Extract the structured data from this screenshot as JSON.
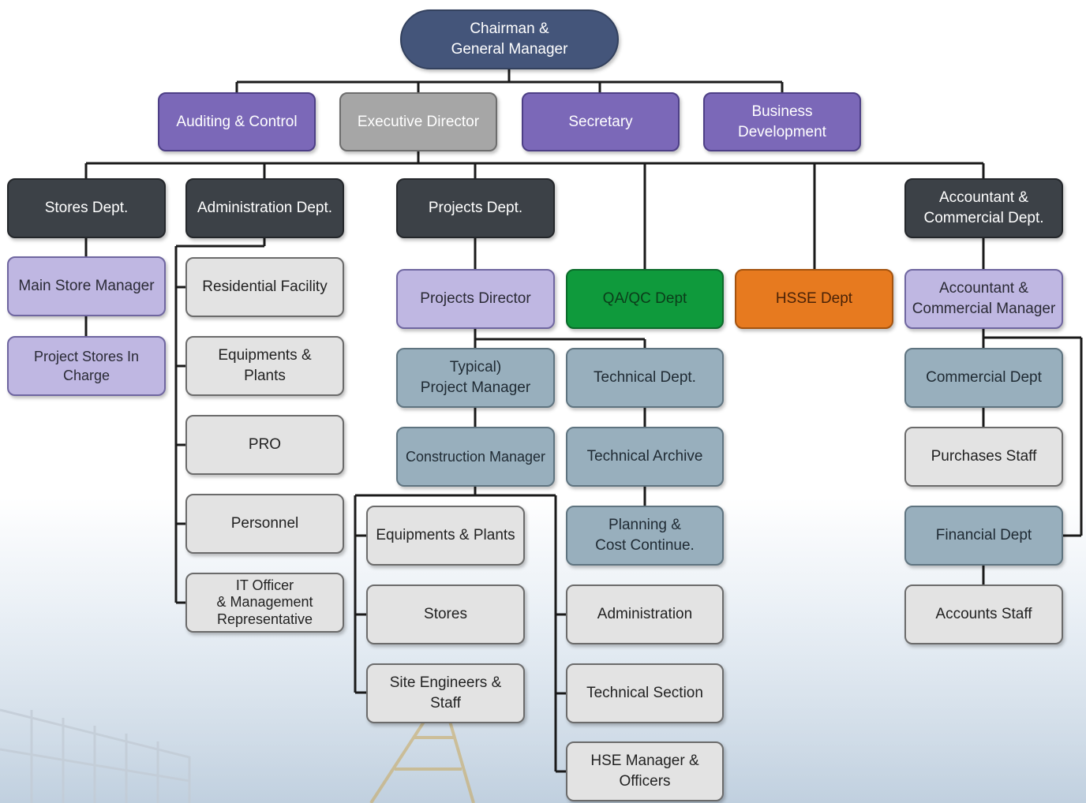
{
  "org_chart": {
    "top": {
      "chairman": "Chairman &\nGeneral Manager"
    },
    "level1": {
      "auditing": "Auditing & Control",
      "executive_director": "Executive Director",
      "secretary": "Secretary",
      "business_development": "Business Development"
    },
    "departments": {
      "stores": "Stores Dept.",
      "administration": "Administration Dept.",
      "projects": "Projects Dept.",
      "qa_qc": "QA/QC Dept",
      "hsse": "HSSE Dept",
      "accountant": "Accountant &\nCommercial Dept."
    },
    "stores_branch": {
      "main_store_manager": "Main Store Manager",
      "project_stores": "Project Stores In Charge"
    },
    "admin_branch": {
      "residential": "Residential  Facility",
      "equipments_plants": "Equipments &\nPlants",
      "pro": "PRO",
      "personnel": "Personnel",
      "it_officer": "IT Officer\n& Management\nRepresentative"
    },
    "projects_branch": {
      "projects_director": "Projects Director",
      "project_manager": "Typical)\nProject Manager",
      "construction_manager": "Construction Manager",
      "equipments_plants": "Equipments & Plants",
      "stores": "Stores",
      "site_engineers": "Site Engineers & Staff",
      "technical_dept": "Technical Dept.",
      "technical_archive": "Technical Archive",
      "planning": "Planning &\nCost Continue.",
      "administration": "Administration",
      "technical_section": "Technical Section",
      "hse_manager": "HSE Manager &\nOfficers"
    },
    "accounts_branch": {
      "accountant_manager": "Accountant &\nCommercial Manager",
      "commercial_dept": "Commercial Dept",
      "purchases_staff": "Purchases Staff",
      "financial_dept": "Financial Dept",
      "accounts_staff": "Accounts Staff"
    }
  }
}
